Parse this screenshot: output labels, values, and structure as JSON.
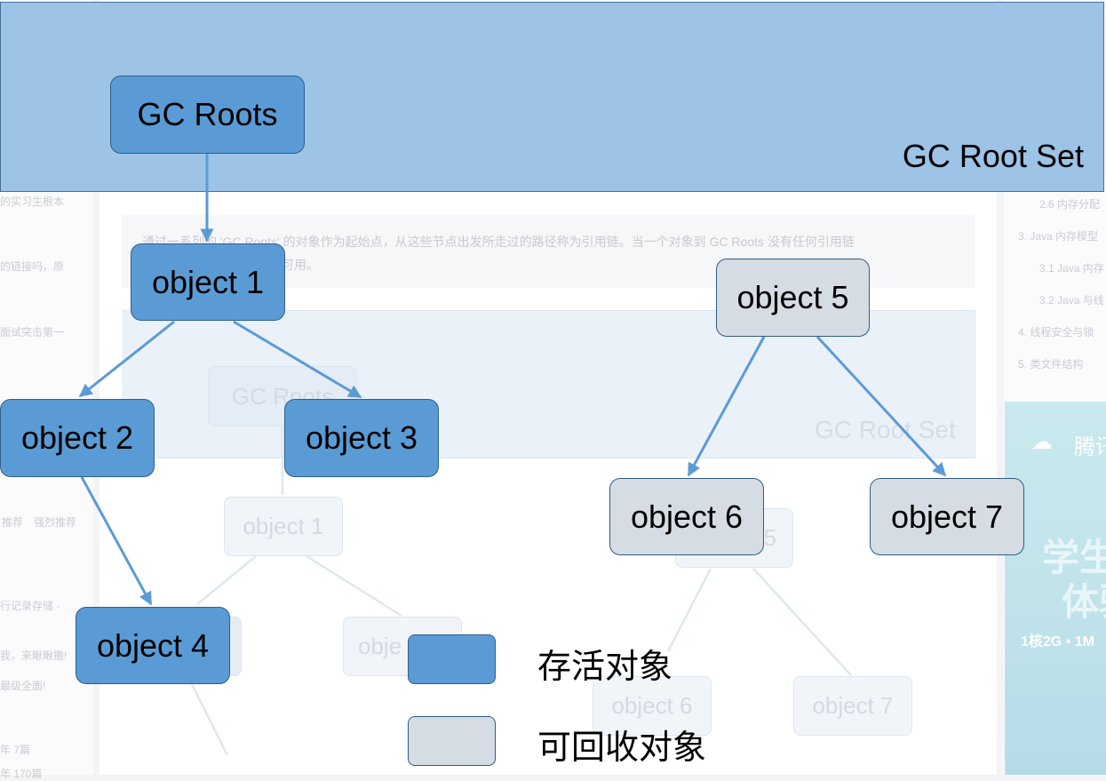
{
  "diagram": {
    "root_set_label": "GC Root Set",
    "gc_roots": "GC Roots",
    "objects": {
      "o1": "object 1",
      "o2": "object 2",
      "o3": "object 3",
      "o4": "object 4",
      "o5": "object 5",
      "o6": "object 6",
      "o7": "object 7"
    },
    "legend": {
      "alive": "存活对象",
      "collectable": "可回收对象"
    },
    "colors": {
      "root_set_fill": "#9dc3e6",
      "alive_fill": "#5b9bd5",
      "collectable_fill": "#d6dce4",
      "edge": "#5b9bd5"
    }
  },
  "background_page": {
    "left_snippets": [
      "的实习生根本",
      "的链接吗，原",
      "面试突击第一",
      "推荐",
      "强烈推荐",
      "行记录存储 -",
      "我，来瞅瞅撒!",
      "最级全面!",
      "年 7篇",
      "年 170篇"
    ],
    "quote_line1": "通过一系列的 'GC Roots' 的对象作为起始点，从这些节点出发所走过的路径称为引用链。当一个对象到 GC Roots 没有任何引用链",
    "quote_line2": "可用。",
    "toc": [
      "2.6 内存分配",
      "3. Java 内存模型",
      "3.1 Java 内存",
      "3.2 Java 与线",
      "4. 线程安全与锁",
      "5. 类文件结构"
    ],
    "ad_title": "腾讯",
    "ad_line1": "学生",
    "ad_line2": "体验",
    "ad_spec": "1核2G • 1M",
    "ghost_labels": {
      "gc_roots": "GC Roots",
      "root_set": "GC Root Set",
      "o1": "object 1",
      "o3": "obje",
      "o5": "5",
      "o6": "object 6",
      "o7": "object 7"
    }
  }
}
